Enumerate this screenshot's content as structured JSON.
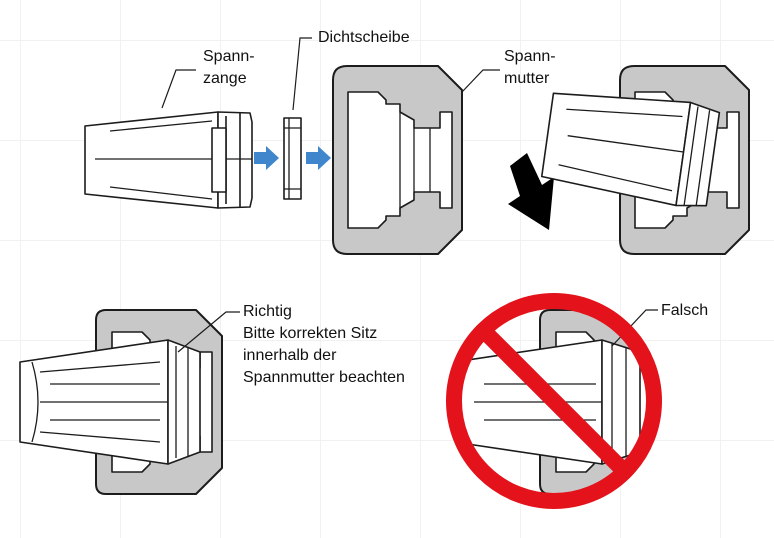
{
  "labels": {
    "spannzange_line1": "Spann-",
    "spannzange_line2": "zange",
    "dichtscheibe": "Dichtscheibe",
    "spannmutter_line1": "Spann-",
    "spannmutter_line2": "mutter",
    "richtig_title": "Richtig",
    "richtig_line2": "Bitte korrekten Sitz",
    "richtig_line3": "innerhalb der",
    "richtig_line4": "Spannmutter beachten",
    "falsch": "Falsch"
  },
  "colors": {
    "assembly_arrow": "#3f86cc",
    "tilt_arrow": "#000000",
    "prohibition_sign": "#e3121b",
    "nut_body": "#c8c8c8",
    "outline": "#1c1c1c"
  },
  "icons": {
    "arrow_right": "arrow-right-icon",
    "arrow_down_right": "arrow-down-right-icon",
    "prohibition": "prohibition-icon"
  }
}
